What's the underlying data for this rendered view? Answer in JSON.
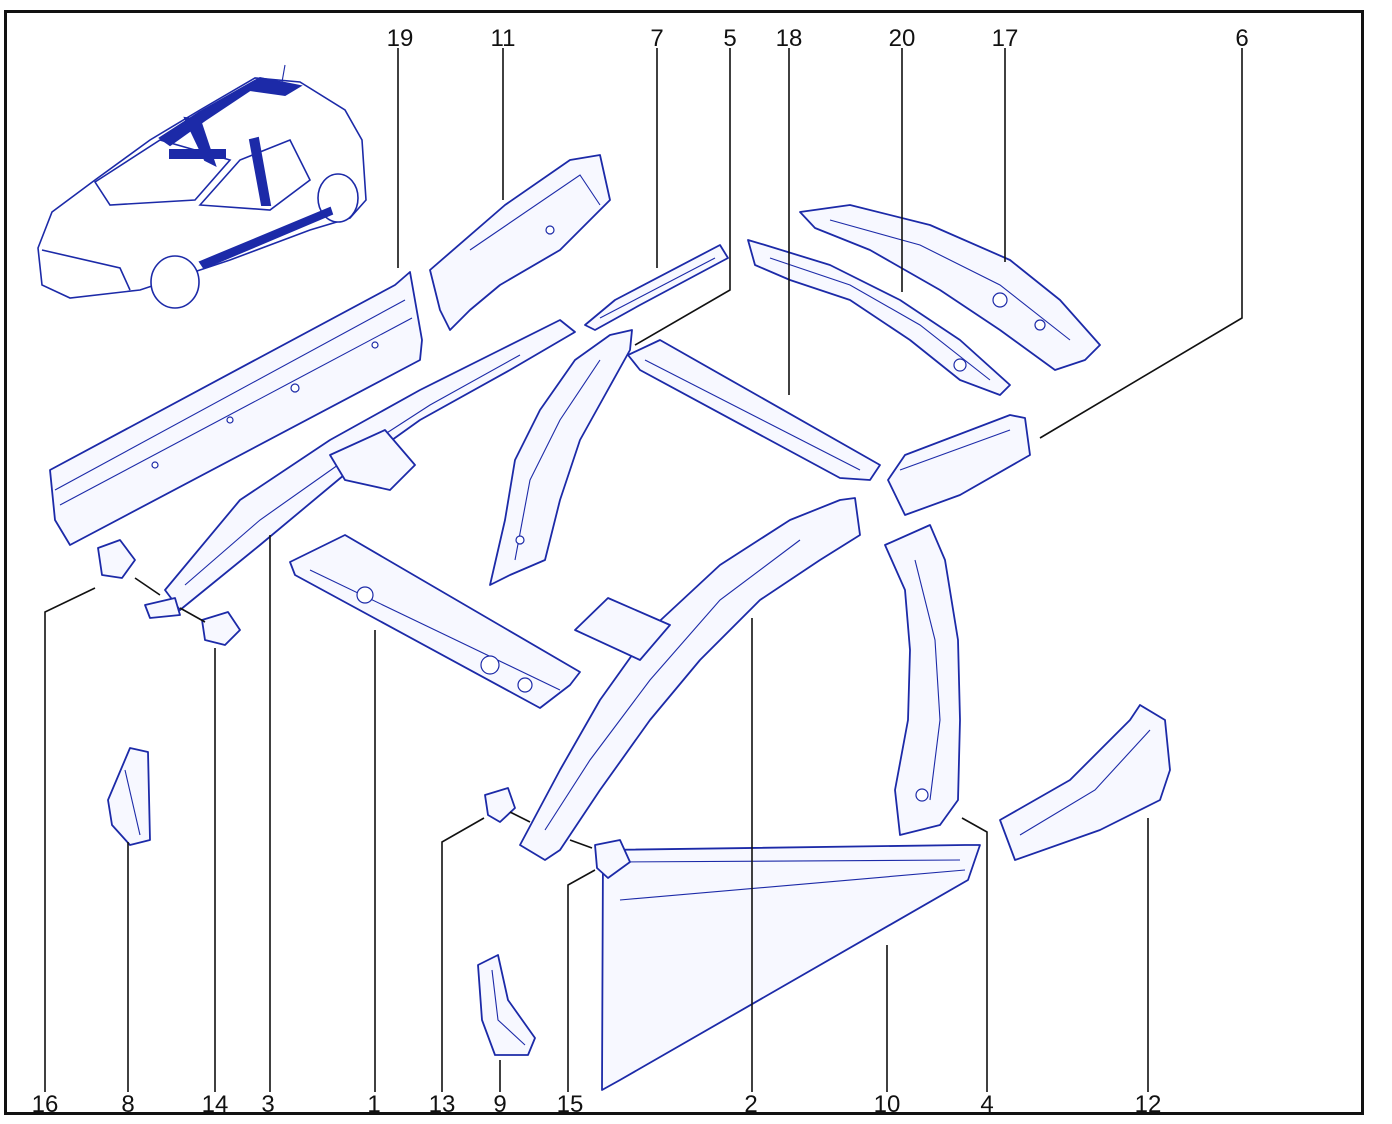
{
  "diagram": {
    "accent_color": "#1c2aa8",
    "line_color": "#111111",
    "callouts": {
      "c19": "19",
      "c11": "11",
      "c7": "7",
      "c5": "5",
      "c18": "18",
      "c20": "20",
      "c17": "17",
      "c6": "6",
      "c16": "16",
      "c8": "8",
      "c14": "14",
      "c3": "3",
      "c1": "1",
      "c13": "13",
      "c9": "9",
      "c15": "15",
      "c2": "2",
      "c10": "10",
      "c4": "4",
      "c12": "12"
    },
    "icons": {
      "car": "car-overview-icon"
    }
  }
}
